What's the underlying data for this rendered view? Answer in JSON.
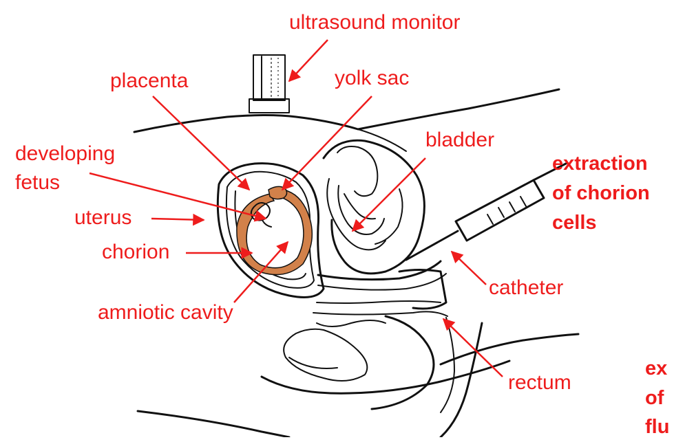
{
  "labels": {
    "ultrasound": "ultrasound monitor",
    "placenta": "placenta",
    "yolk_sac": "yolk sac",
    "bladder": "bladder",
    "developing": "developing",
    "fetus": "fetus",
    "uterus": "uterus",
    "chorion": "chorion",
    "amniotic": "amniotic cavity",
    "catheter": "catheter",
    "rectum": "rectum",
    "extraction_line1": "extraction",
    "extraction_line2": "of chorion",
    "extraction_line3": "cells",
    "cut_line1": "ex",
    "cut_line2": "of",
    "cut_line3": "flu"
  },
  "colors": {
    "label": "#ee1c1c",
    "outline": "#111111",
    "chorion_fill": "#d2814a"
  }
}
